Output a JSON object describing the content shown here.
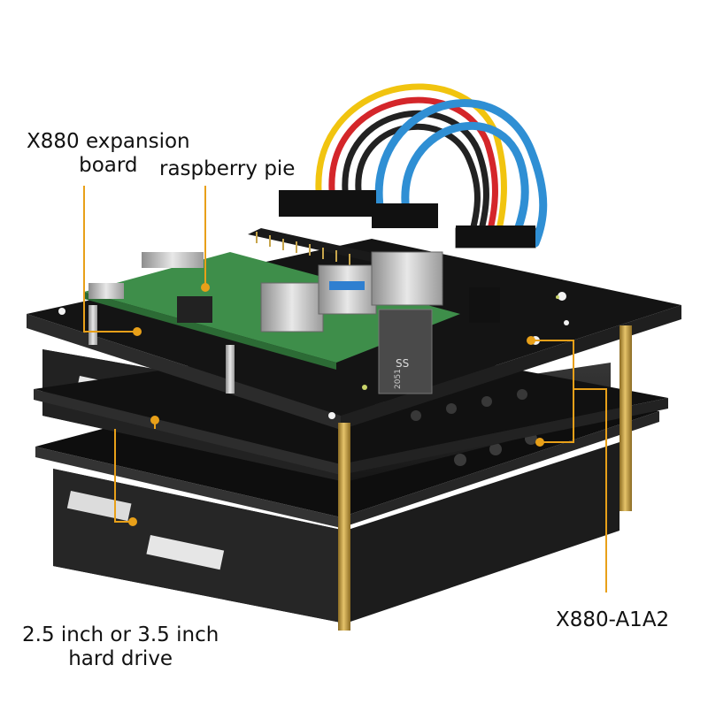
{
  "labels": {
    "expansion_board": {
      "line1": "X880 expansion",
      "line2": "board"
    },
    "raspberry_pi": "raspberry pie",
    "hard_drive": {
      "line1": "2.5 inch or 3.5 inch",
      "line2": "hard drive"
    },
    "case_model": "X880-A1A2"
  },
  "product_markings": {
    "usb3_logo": "SS",
    "usb_port_text": "2051"
  },
  "colors": {
    "leader_line": "#e8a019",
    "board_black": "#141414",
    "pi_green": "#3e8e4a",
    "brass_standoff": "#c9a646",
    "cable_blue": "#2f8fd4",
    "cable_red": "#d4262a",
    "cable_yellow": "#f1c40f"
  }
}
